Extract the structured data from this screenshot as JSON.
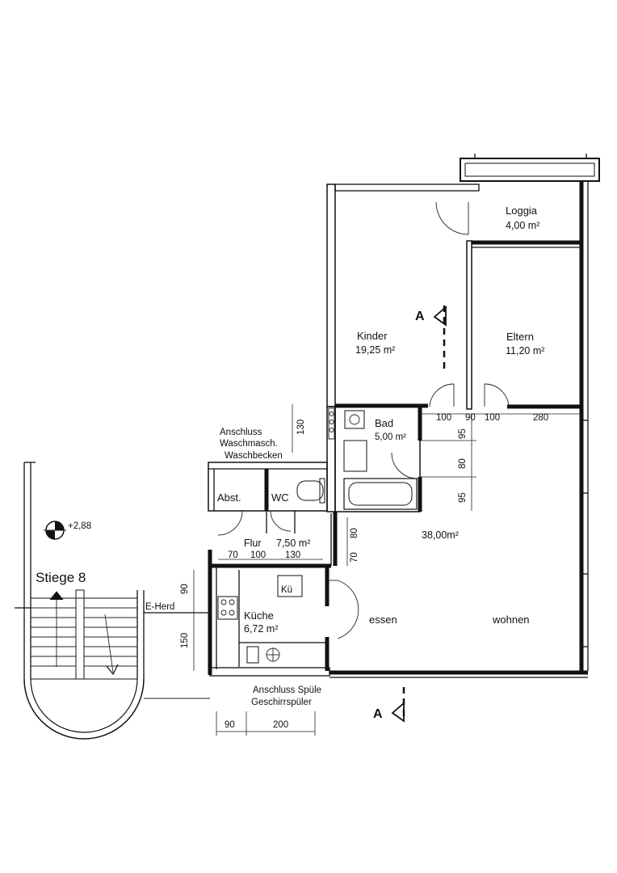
{
  "rooms": {
    "loggia": {
      "name": "Loggia",
      "area": "4,00 m²"
    },
    "kinder": {
      "name": "Kinder",
      "area": "19,25 m²"
    },
    "eltern": {
      "name": "Eltern",
      "area": "11,20 m²"
    },
    "bad": {
      "name": "Bad",
      "area": "5,00 m²"
    },
    "abst": {
      "name": "Abst."
    },
    "wc": {
      "name": "WC"
    },
    "flur": {
      "name": "Flur",
      "area": "7,50 m²"
    },
    "kueche": {
      "name": "Küche",
      "area": "6,72 m²"
    },
    "kue_short": {
      "name": "Kü"
    },
    "essen": {
      "name": "essen"
    },
    "wohnen": {
      "name": "wohnen",
      "area": "38,00m²"
    }
  },
  "annotations": {
    "anschluss_wasch_1": "Anschluss",
    "anschluss_wasch_2": "Waschmasch.",
    "anschluss_wasch_3": "Waschbecken",
    "e_herd": "E-Herd",
    "anschluss_spuele_1": "Anschluss Spüle",
    "anschluss_spuele_2": "Geschirrspüler",
    "stiege": "Stiege 8",
    "level": "+2,88",
    "section_marker": "A"
  },
  "dimensions": {
    "d130_top": "130",
    "d95_a": "95",
    "d80_a": "80",
    "d95_b": "95",
    "d100_a": "100",
    "d90_small": "90",
    "d100_b": "100",
    "d280": "280",
    "d80_flur": "80",
    "d70_flur": "70",
    "d70_h": "70",
    "d100_h": "100",
    "d130_h": "130",
    "d90_k": "90",
    "d150_k": "150",
    "d90_bottom": "90",
    "d200_bottom": "200"
  }
}
